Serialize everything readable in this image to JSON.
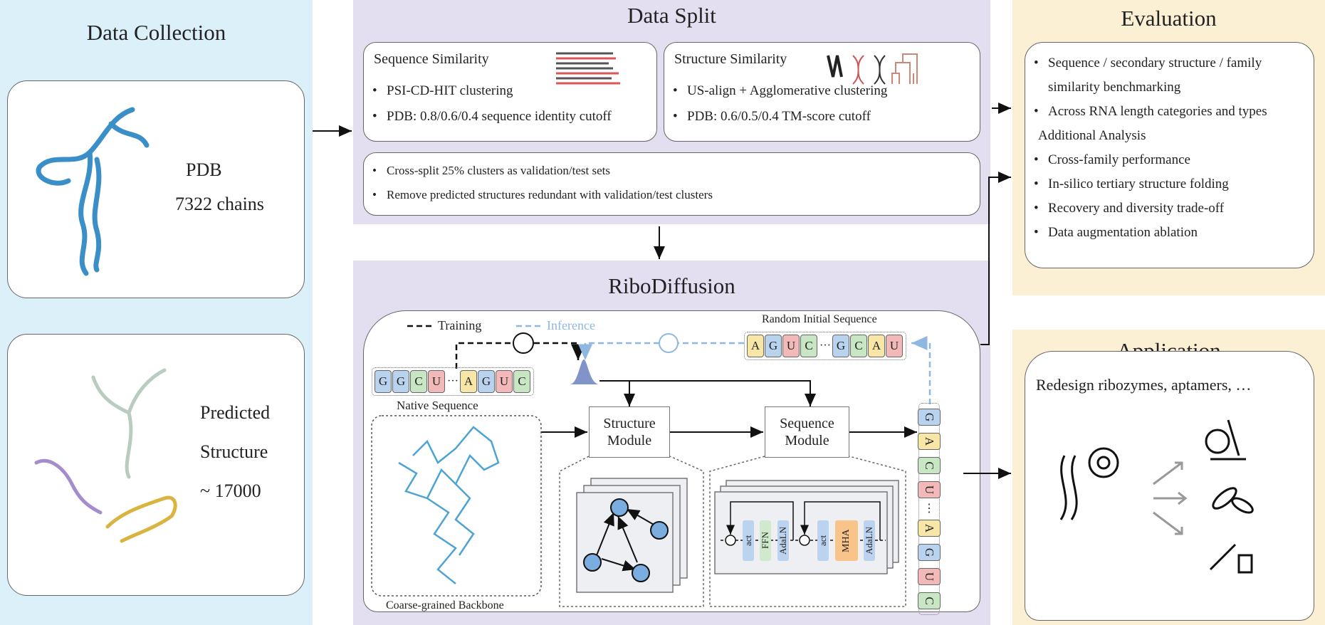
{
  "colors": {
    "collection_bg": "#dcf0fa",
    "split_bg": "#e3def0",
    "eval_bg": "#fbefd4",
    "nt_G": "#b9d3ef",
    "nt_C": "#c8e6c3",
    "nt_U": "#f3b9b9",
    "nt_A": "#f8e6a6",
    "inference": "#8fb8e0",
    "mha": "#f9c48a",
    "ffn": "#cfe9cc",
    "act": "#bcd3ef"
  },
  "collection": {
    "title": "Data Collection",
    "pdb_label": "PDB",
    "pdb_count": "7322 chains",
    "pred_label1": "Predicted",
    "pred_label2": "Structure",
    "pred_count": "~ 17000"
  },
  "split": {
    "title": "Data Split",
    "seq": {
      "title": "Sequence Similarity",
      "bullets": [
        "PSI-CD-HIT clustering",
        "PDB: 0.8/0.6/0.4 sequence identity cutoff"
      ]
    },
    "struct": {
      "title": "Structure Similarity",
      "bullets": [
        "US-align + Agglomerative clustering",
        "PDB: 0.6/0.5/0.4 TM-score cutoff"
      ]
    },
    "bottom": {
      "bullets": [
        "Cross-split 25% clusters as validation/test sets",
        "Remove predicted structures redundant with validation/test clusters"
      ]
    }
  },
  "ribo": {
    "title": "RiboDiffusion",
    "legend_training": "Training",
    "legend_inference": "Inference",
    "native_label": "Native Sequence",
    "random_label": "Random Initial Sequence",
    "backbone_label": "Coarse-grained Backbone",
    "structure_module": "Structure Module",
    "sequence_module": "Sequence Module",
    "native_seq": [
      "G",
      "G",
      "C",
      "U",
      "···",
      "A",
      "G",
      "U",
      "C"
    ],
    "random_seq": [
      "A",
      "G",
      "U",
      "C",
      "···",
      "G",
      "C",
      "A",
      "U"
    ],
    "output_seq": [
      "G",
      "A",
      "C",
      "U",
      "⋮",
      "A",
      "G",
      "U",
      "C"
    ],
    "block1": [
      "act",
      "FFN",
      "AdaLN"
    ],
    "block2": [
      "act",
      "MHA",
      "AdaLN"
    ],
    "plus": "+"
  },
  "evaluation": {
    "title": "Evaluation",
    "bullets": [
      "Sequence / secondary structure / family",
      "similarity benchmarking",
      "Across RNA length categories and types"
    ],
    "additional": "Additional Analysis",
    "additional_bullets": [
      "Cross-family performance",
      "In-silico tertiary structure folding",
      "Recovery and diversity trade-off",
      "Data augmentation ablation"
    ]
  },
  "application": {
    "title": "Application",
    "text": "Redesign ribozymes, aptamers, …",
    "icons": [
      "rna-helix-icon",
      "molecule-icon",
      "microscope-icon",
      "bacteria-icon",
      "syringe-icon"
    ]
  }
}
